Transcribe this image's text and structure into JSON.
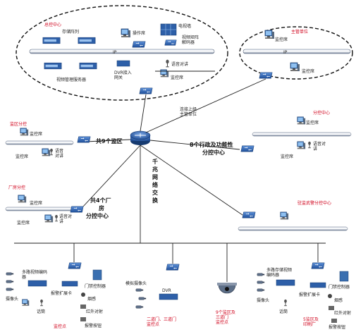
{
  "hq": {
    "title": "总控中心",
    "storage_array": "存储阵列",
    "operator_station": "操作席",
    "tv_wall": "电视墙",
    "video_decoder": "视频矩阵\n解码器",
    "video_mgmt_server": "视频管理服务器",
    "dvr_gateway": "DVR接入\n网关",
    "voice_intercom": "语音对讲",
    "monitor_station": "监控席",
    "ip": "IP"
  },
  "supervisor": {
    "title": "主管单位",
    "monitor_station_a": "监控席",
    "monitor_station_b": "监控席",
    "ip": "IP"
  },
  "uplink_label": "连接上级\n主管单位",
  "core": {
    "label": "千\n兆\n网\n络\n交\n换"
  },
  "left_top": {
    "title": "监区分控",
    "monitor_station_a": "监控席",
    "monitor_station_b": "监控席",
    "voice_intercom": "语音\n对讲",
    "link_label": "共9个监区"
  },
  "right_top": {
    "title": "分控中心",
    "monitor_station_a": "监控席",
    "monitor_station_b": "监控席",
    "voice_intercom": "语音对\n讲",
    "link_label": "8个行政及功能性\n分控中心"
  },
  "left_mid": {
    "title": "厂房分控",
    "monitor_station_a": "监控席",
    "monitor_station_b": "监控席",
    "voice_intercom": "语音对\n讲",
    "link_label": "共4个厂\n房\n分控中心"
  },
  "right_mid": {
    "title": "驻监武警分控中心"
  },
  "bottom_left": {
    "encoder": "多路视频编码\n器",
    "camera": "摄像头",
    "talk": "话筒",
    "alarm_card": "报警扩展卡",
    "door_ctrl": "门禁控制器",
    "smoke": "烟感",
    "ir": "红外对射",
    "alarm_btn": "报警按钮",
    "caption": "监控点"
  },
  "bottom_mid": {
    "analog_camera": "模拟摄像头",
    "dvr": "DVR",
    "caption": "二道门、三道门\n监控点"
  },
  "bottom_dome": {
    "caption": "9个监区及\n三道门\n监控点"
  },
  "bottom_right": {
    "encoder": "多路存储视频\n编码器",
    "camera": "摄像头",
    "talk": "话筒",
    "alarm_card": "报警扩展卡",
    "door_ctrl": "门禁控制器",
    "smoke": "烟感",
    "ir": "红外对射",
    "alarm_btn": "报警按钮",
    "caption": "5监区及\n印刷厂"
  }
}
